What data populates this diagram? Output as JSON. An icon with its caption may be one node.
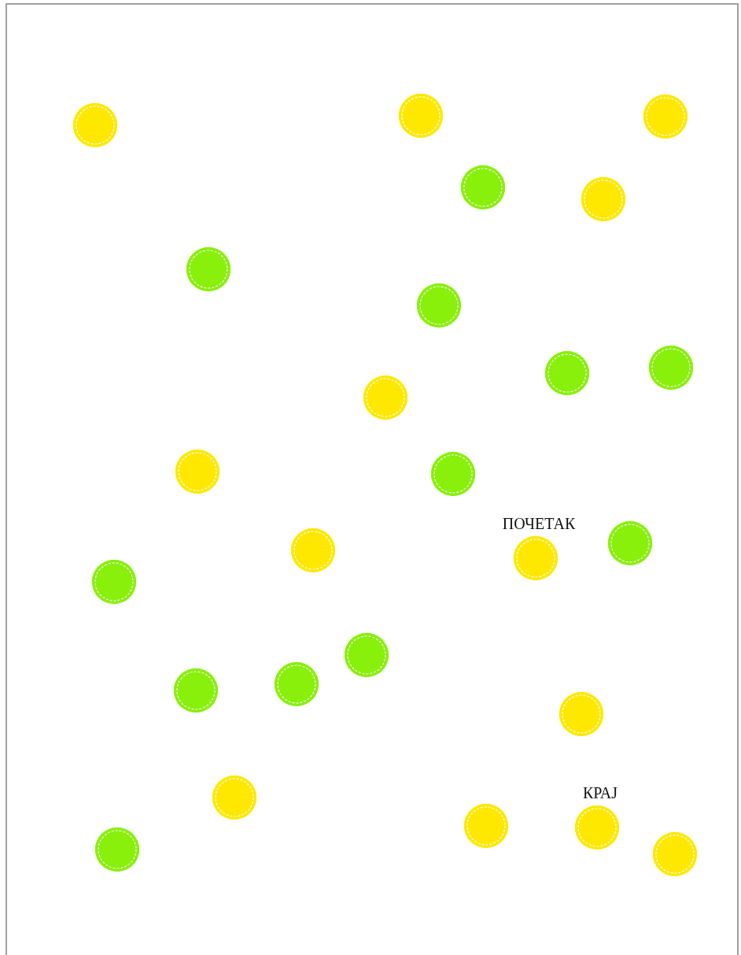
{
  "diagram": {
    "nodes": [
      {
        "text": [],
        "shape": "circle"
      },
      {
        "text": [],
        "shape": "circle"
      },
      {
        "text": [],
        "shape": "circle"
      },
      {
        "text": [],
        "shape": "circle"
      },
      {
        "text": [],
        "shape": "circle"
      },
      {
        "text": [],
        "shape": "circle"
      },
      {
        "text": [],
        "shape": "circle"
      },
      {
        "text": [],
        "shape": "circle"
      },
      {
        "text": [],
        "shape": "circle"
      },
      {
        "text": [],
        "shape": "circle"
      },
      {
        "text": [],
        "shape": "circle"
      },
      {
        "text": [],
        "shape": "circle"
      },
      {
        "text": [],
        "shape": "circle"
      },
      {
        "text": [],
        "shape": "circle"
      },
      {
        "text": [],
        "shape": "circle",
        "beside": [
          "ПОЧЕТАК"
        ]
      },
      {
        "text": [],
        "shape": "circle"
      },
      {
        "text": [],
        "shape": "circle"
      },
      {
        "text": [],
        "shape": "circle"
      },
      {
        "text": [],
        "shape": "circle"
      },
      {
        "text": [],
        "shape": "circle"
      },
      {
        "text": [],
        "shape": "circle"
      },
      {
        "text": [],
        "shape": "circle"
      },
      {
        "text": [],
        "shape": "circle",
        "beside": [
          "КРАЈ"
        ]
      },
      {
        "text": [],
        "shape": "circle"
      },
      {
        "text": [],
        "shape": "circle"
      }
    ]
  }
}
